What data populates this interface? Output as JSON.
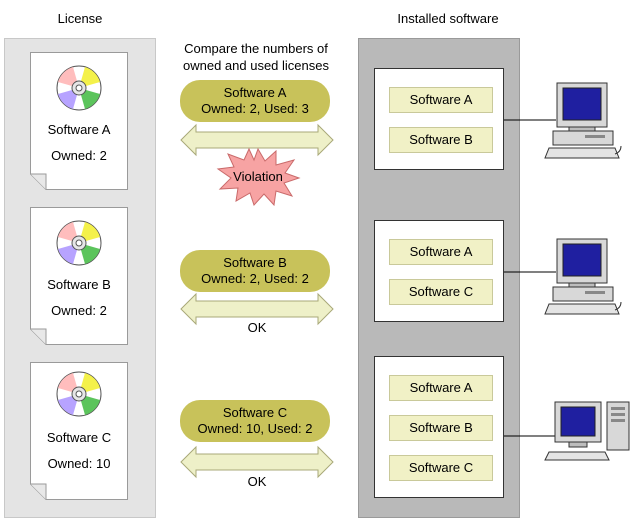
{
  "headers": {
    "license": "License",
    "installed": "Installed software"
  },
  "compare_note": {
    "line1": "Compare the numbers of",
    "line2": "owned and used licenses"
  },
  "licenses": [
    {
      "name": "Software A",
      "owned": "Owned: 2"
    },
    {
      "name": "Software B",
      "owned": "Owned: 2"
    },
    {
      "name": "Software C",
      "owned": "Owned: 10"
    }
  ],
  "comparisons": [
    {
      "name": "Software A",
      "counts": "Owned: 2, Used: 3",
      "result": "Violation"
    },
    {
      "name": "Software B",
      "counts": "Owned: 2, Used: 2",
      "result": "OK"
    },
    {
      "name": "Software C",
      "counts": "Owned: 10, Used: 2",
      "result": "OK"
    }
  ],
  "computers": [
    {
      "software": [
        "Software A",
        "Software B"
      ]
    },
    {
      "software": [
        "Software A",
        "Software C"
      ]
    },
    {
      "software": [
        "Software A",
        "Software B",
        "Software C"
      ]
    }
  ],
  "colors": {
    "pill": "#c8c25a",
    "arrow": "#eef0c8",
    "software_label_bg": "#f1f1c6",
    "violation_burst": "#f7a3a3",
    "monitor_screen": "#1f1fa0"
  }
}
